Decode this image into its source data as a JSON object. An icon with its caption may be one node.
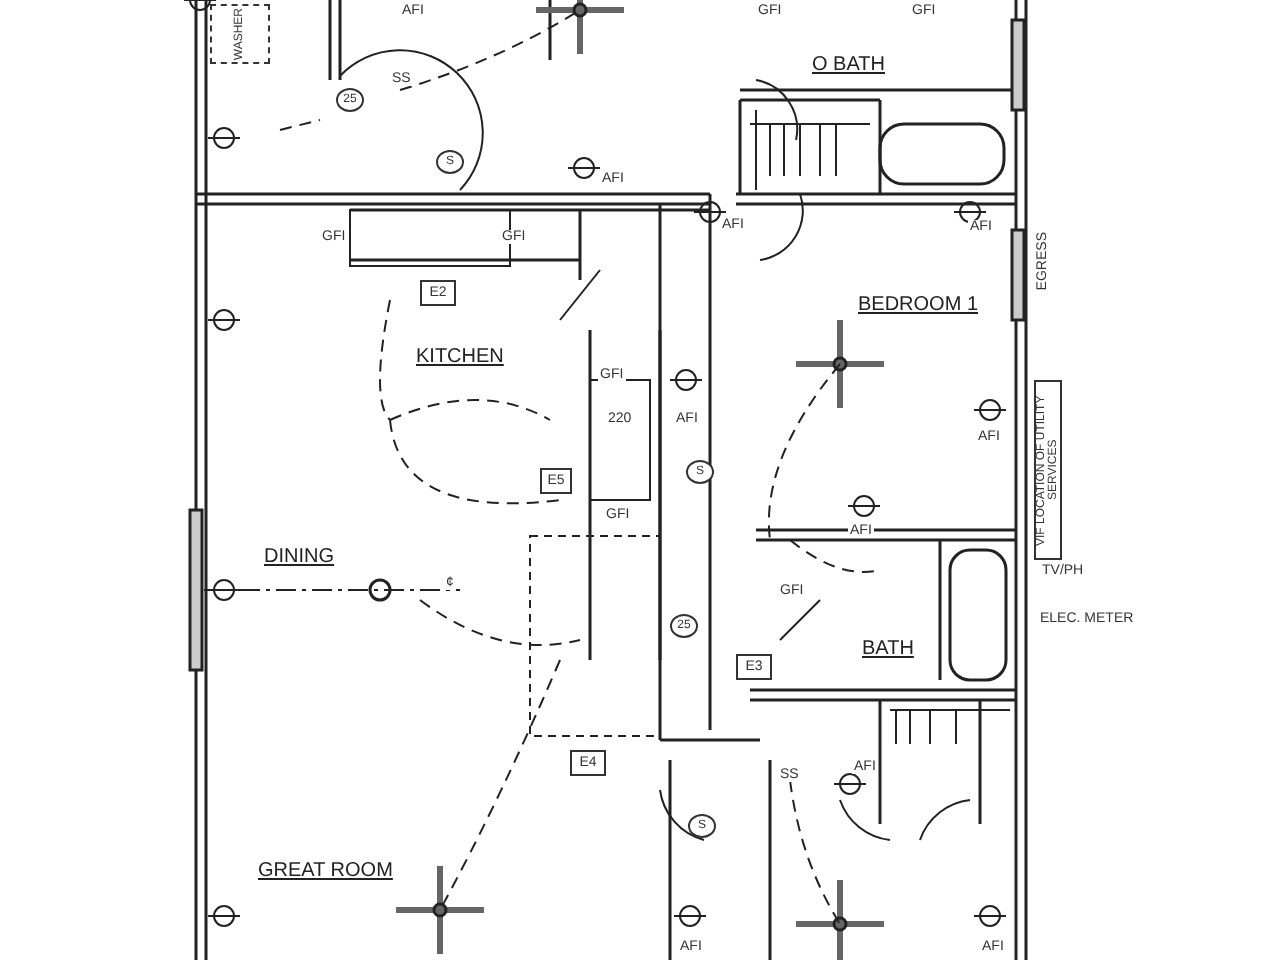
{
  "diagram": {
    "nodes": [
      {
        "text": [
          "WASHER"
        ]
      },
      {
        "text": [
          "E2"
        ]
      },
      {
        "text": [
          "E5"
        ]
      },
      {
        "text": [
          "E3"
        ]
      },
      {
        "text": [
          "E4"
        ]
      },
      {
        "text": [
          "VIF LOCATION OF UTILITY SERVICES"
        ]
      }
    ],
    "labels": [
      "AFI",
      "GFI",
      "GFI",
      "SS",
      "25",
      "S",
      "AFI",
      "O BATH",
      "AFI",
      "AFI",
      "EGRESS",
      "GFI",
      "GFI",
      "BEDROOM 1",
      "KITCHEN",
      "GFI",
      "220",
      "AFI",
      "AFI",
      "S",
      "GFI",
      "DINING",
      "¢",
      "AFI",
      "GFI",
      "TV/PH",
      "ELEC. METER",
      "25",
      "BATH",
      "SS",
      "AFI",
      "S",
      "GREAT ROOM",
      "AFI",
      "AFI"
    ]
  }
}
